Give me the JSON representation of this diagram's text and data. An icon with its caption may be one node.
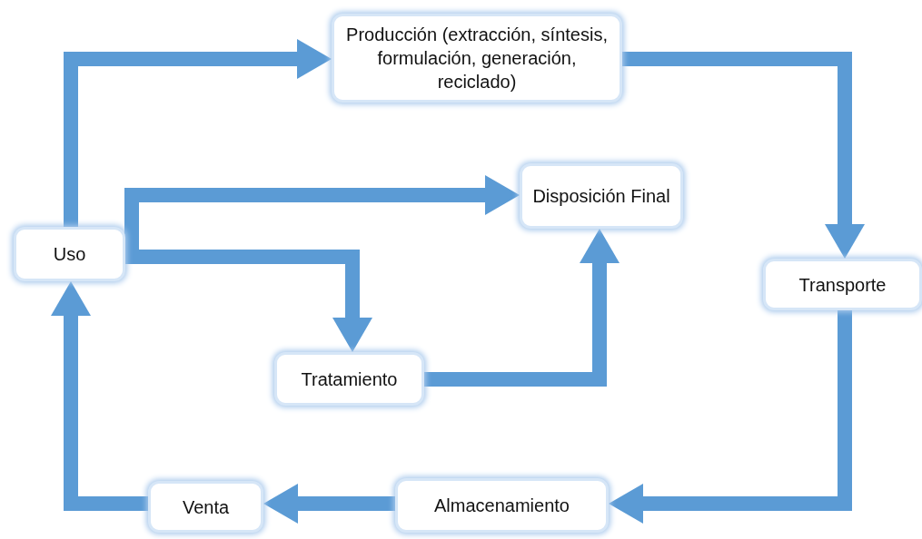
{
  "diagram": {
    "nodes": [
      {
        "text": [
          "Producción (extracción, síntesis, formulación, generación, reciclado)"
        ]
      },
      {
        "text": [
          "Disposición Final"
        ]
      },
      {
        "text": [
          "Uso"
        ]
      },
      {
        "text": [
          "Transporte"
        ]
      },
      {
        "text": [
          "Tratamiento"
        ]
      },
      {
        "text": [
          "Venta"
        ]
      },
      {
        "text": [
          "Almacenamiento"
        ]
      }
    ],
    "edges": [
      {
        "from": 2,
        "to": 0,
        "arrow": "to"
      },
      {
        "from": 0,
        "to": 3,
        "arrow": "to"
      },
      {
        "from": 3,
        "to": 6,
        "arrow": "to"
      },
      {
        "from": 6,
        "to": 5,
        "arrow": "to"
      },
      {
        "from": 5,
        "to": 2,
        "arrow": "to"
      },
      {
        "from": 2,
        "to": 1,
        "arrow": "to"
      },
      {
        "from": 2,
        "to": 4,
        "arrow": "to"
      },
      {
        "from": 4,
        "to": 1,
        "arrow": "to"
      }
    ]
  }
}
